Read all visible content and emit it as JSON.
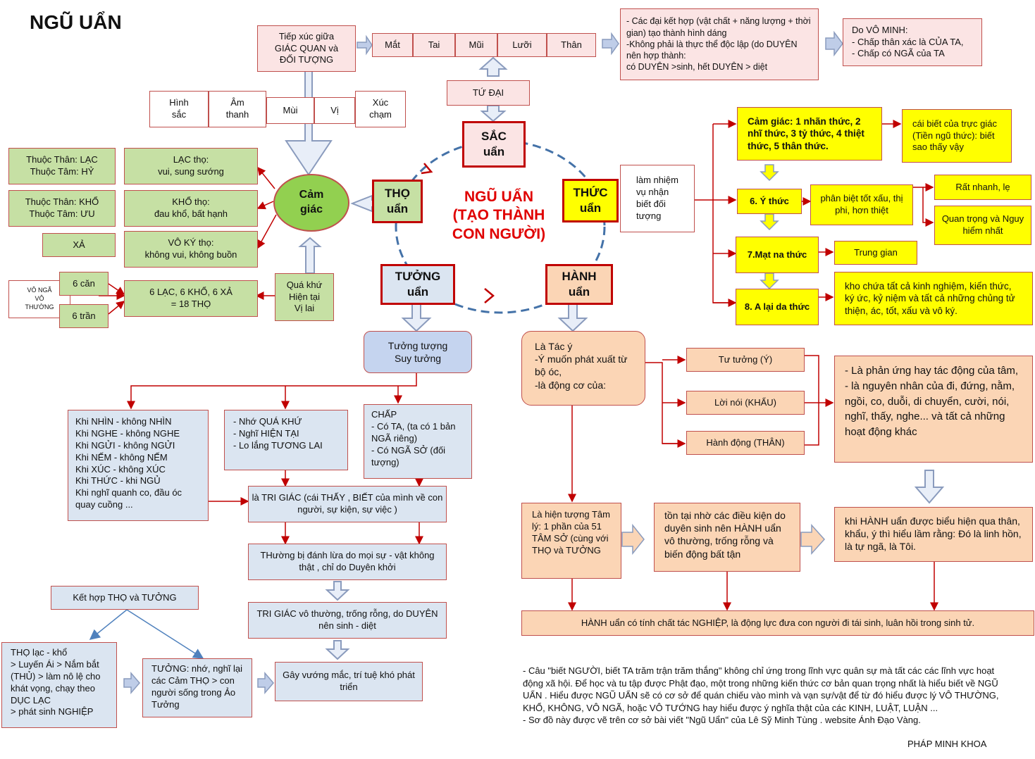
{
  "title": "NGŨ UẨN",
  "center": "NGŨ UẨN\n(TẠO THÀNH\nCON NGƯỜI)",
  "aggregates": {
    "sac": "SẮC\nuẩn",
    "tho": "THỌ\nuẩn",
    "tuong": "TƯỞNG\nuẩn",
    "hanh": "HÀNH\nuẩn",
    "thuc": "THỨC\nuẩn"
  },
  "sac_branch": {
    "tiep_xuc": "Tiếp xúc giữa\nGIÁC QUAN và\nĐỐI TƯỢNG",
    "organs": [
      "Mắt",
      "Tai",
      "Mũi",
      "Lưỡi",
      "Thân"
    ],
    "objects": [
      "Hình\nsắc",
      "Âm\nthanh",
      "Mùi",
      "Vị",
      "Xúc\nchạm"
    ],
    "tu_dai": "TỨ ĐẠI",
    "dai_hop": "- Các đại kết hợp (vật chất + năng lượng + thời gian) tạo thành hình dáng\n-Không phải là thực thể độc lập (do DUYÊN nên hợp thành:\ncó DUYÊN >sinh, hết DUYÊN > diệt",
    "vo_minh": "Do VÔ MINH:\n- Chấp thân xác là CỦA TA,\n- Chấp có NGÃ của TA"
  },
  "tho_branch": {
    "cam_giac": "Cảm\ngiác",
    "lac_src": "Thuộc Thân: LẠC\nThuộc Tâm: HỶ",
    "lac": "LẠC thọ:\nvui, sung sướng",
    "kho_src": "Thuộc Thân: KHỔ\nThuộc Tâm: ƯU",
    "kho": "KHỔ thọ:\nđau khổ, bất hạnh",
    "xa_src": "XẢ",
    "xa": "VÔ KÝ thọ:\nkhông vui, không buồn",
    "vo_nga": "VÔ NGÃ\nVÔ\nTHƯỜNG",
    "can": "6 căn",
    "tran": "6 trần",
    "tong": "6 LẠC, 6 KHỔ, 6 XẢ\n= 18 THỌ",
    "thoi_gian": "Quá khứ\nHiện tại\nVị lai"
  },
  "tuong_branch": {
    "dinh_nghia": "Tưởng tượng\nSuy tưởng",
    "khi": "Khi NHÌN - không NHÌN\nKhi NGHE - không NGHE\nKhi NGỬI - không NGỬI\nKhi NẾM - không NẾM\nKhi XÚC - không XÚC\nKhi THỨC - khi NGỦ\nKhi nghĩ quanh co, đầu óc quay cuồng ...",
    "thoi_gian": "- Nhớ QUÁ KHỨ\n- Nghĩ HIỆN TẠI\n- Lo lắng TƯƠNG LAI",
    "chap": "CHẤP\n- Có TA, (ta có 1 bản NGÃ riêng)\n- Có NGÃ SỞ (đối tượng)",
    "tri_giac": "là TRI GIÁC (cái THẤY , BIẾT của mình về con người, sự kiện, sự việc )",
    "danh_lua": "THường bị đánh lừa do mọi sự - vật không thật , chỉ do Duyên khởi",
    "vo_thuong": "TRI GIÁC vô thường, trống rỗng, do DUYÊN nên sinh - diệt",
    "vuong_mac": "Gây vướng mắc, trí tuệ khó phát triển",
    "ket_hop": "Kết hợp THỌ và TƯỞNG",
    "tho_lac": "THỌ lạc - khổ\n> Luyến Ái > Nắm bắt (THỦ) > làm nô lệ cho khát vọng, chạy theo DỤC LẠC\n> phát sinh NGHIỆP",
    "tuong_nho": "TƯỞNG: nhớ, nghĩ lại các Cảm THỌ > con người sống trong Ảo Tưởng"
  },
  "hanh_branch": {
    "tac_y": "Là Tác ý\n-Ý muốn phát xuất từ bộ óc,\n-là động cơ của:",
    "y": "Tư tưởng (Ý)",
    "khau": "Lời nói (KHẨU)",
    "than": "Hành động (THÂN)",
    "phan_ung": "- Là phản ứng hay tác động của tâm,\n-  là nguyên nhân của đi, đứng, nằm, ngồi, co, duỗi, di chuyển, cười, nói, nghĩ, thấy, nghe... và tất cả những hoạt động khác",
    "hien_tuong": "Là hiện tượng Tâm lý: 1 phần của 51 TÂM SỞ (cùng với THỌ và TƯỞNG",
    "ton_tai": "tồn tại nhờ các điều kiện do duyên sinh nên HÀNH uẩn  vô thường, trống rỗng và biến động bất tận",
    "hieu_lam": "khi HÀNH uẩn được biểu hiện qua thân, khẩu, ý thì  hiểu lầm rằng:  Đó là linh hồn, là tự ngã, là Tôi.",
    "nghiep": "HÀNH uẩn có tính chất tác NGHIỆP, là động lực đưa con người đi tái sinh, luân hồi trong sinh tử."
  },
  "thuc_branch": {
    "nhan_biet": "làm nhiệm vụ nhận biết đối tượng",
    "cam_giac": "Cảm giác: 1 nhãn thức, 2 nhĩ thức, 3 tỷ thức, 4 thiệt thức,  5 thân thức.",
    "truc_giac": "cái biết của trực giác (Tiền ngũ thức): biết sao thấy vậy",
    "y_thuc": "6. Ý thức",
    "phan_biet": "phân biệt tốt xấu, thị phi, hơn thiệt",
    "nhanh": "Rất nhanh, lẹ",
    "quan_trong": "Quan trọng và Nguy hiểm nhất",
    "mat_na": "7.Mạt na thức",
    "trung_gian": "Trung gian",
    "a_lai_da": "8. A lại da thức",
    "kho_chua": "kho chứa tất cả kinh nghiệm, kiến thức, ký ức, kỷ niệm và tất cả những chủng tử thiện, ác, tốt, xấu và vô ký."
  },
  "footnote": "- Câu \"biết NGƯỜI, biết TA trăm trận trăm thắng\" không chỉ ứng trong lĩnh vực quân sự mà tất các các lĩnh vực hoạt động xã hội. Để học và tu tập được Phật đạo, một trong những kiến thức cơ bản quan trọng nhất là  hiểu biết về NGŨ UẨN .  Hiểu được NGŨ UẨN sẽ có cơ sở  để quán chiếu vào mình và vạn sự/vật  để từ đó  hiểu được lý VÔ THƯỜNG, KHỔ, KHÔNG, VÔ NGÃ, hoặc VÔ TƯỚNG hay hiểu được ý nghĩa thật của các KINH, LUẬT,  LUẬN ...\n- Sơ đồ này được vẽ trên cơ sở bài viết  \"Ngũ Uẩn\" của Lê Sỹ Minh Tùng . website  Ánh Đạo Vàng.",
  "signature": "PHÁP MINH KHOA",
  "colors": {
    "border": "#c0504d",
    "accent": "#c00000",
    "green": "#c6e0a4",
    "yellow": "#ffff00",
    "peach": "#fbd5b5",
    "blue": "#dbe5f1",
    "pink": "#fbe4e4"
  }
}
